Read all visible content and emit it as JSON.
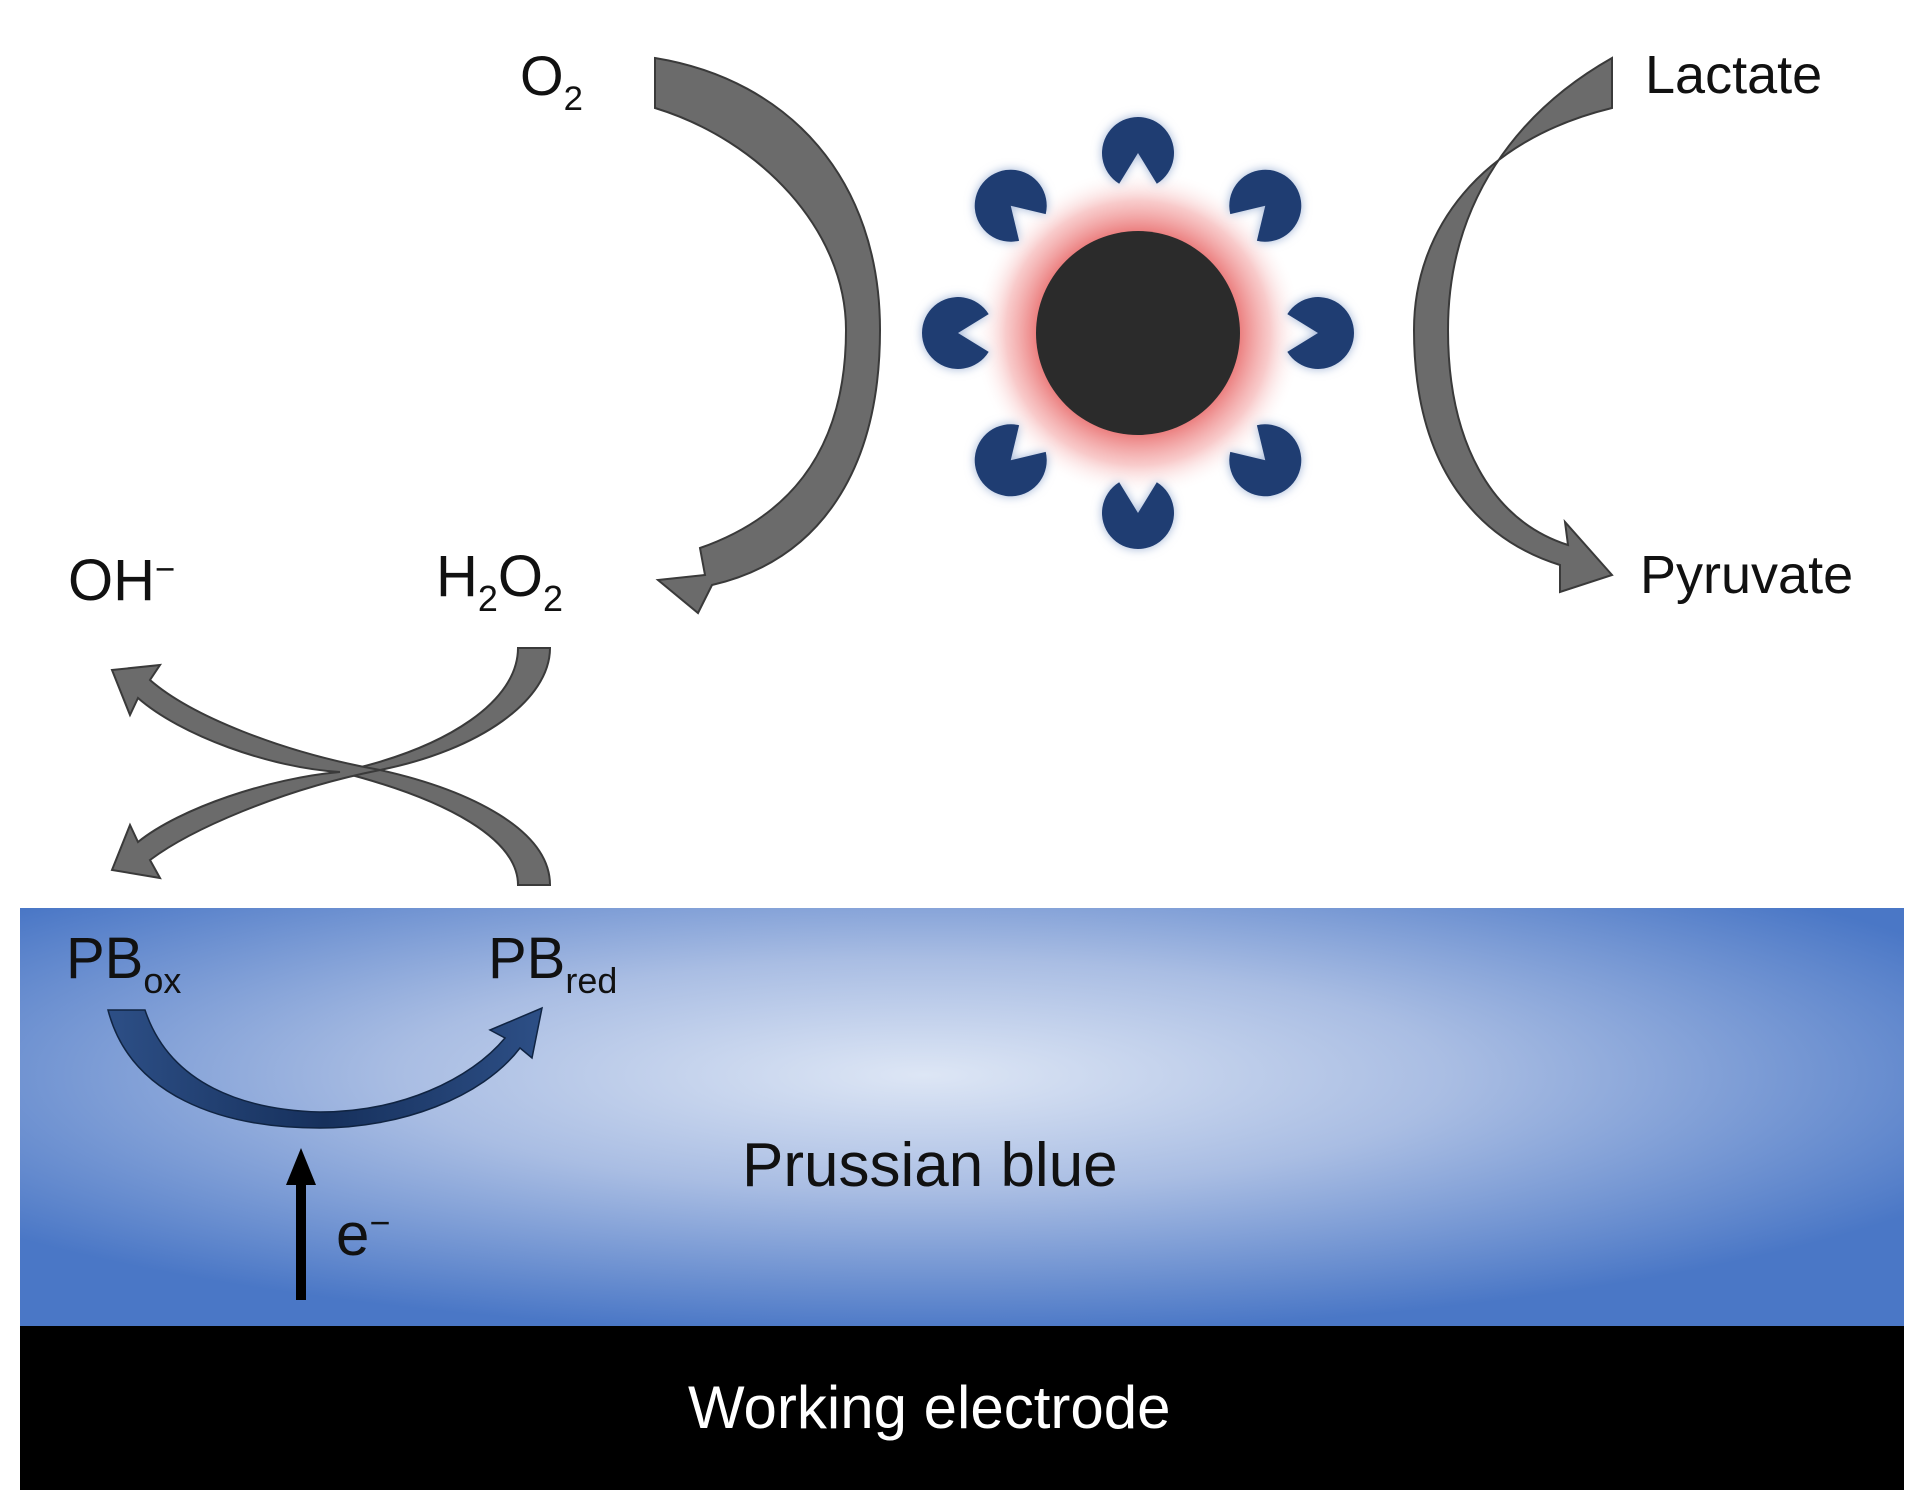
{
  "labels": {
    "o2": {
      "base": "O",
      "sub": "2"
    },
    "lactate": "Lactate",
    "pyruvate": "Pyruvate",
    "oh": {
      "base": "OH",
      "sup": "−"
    },
    "h2o2": {
      "base1": "H",
      "sub1": "2",
      "base2": "O",
      "sub2": "2"
    },
    "pb_ox": {
      "base": "PB",
      "sub": "ox"
    },
    "pb_red": {
      "base": "PB",
      "sub": "red"
    },
    "electron": {
      "base": "e",
      "sup": "−"
    },
    "prussian_blue": "Prussian blue",
    "working_electrode": "Working electrode"
  },
  "colors": {
    "arrow_gray": "#6b6b6b",
    "arrow_dark": "#1f3a66",
    "enzyme_blue": "#1f3d72",
    "core": "#2b2b2b",
    "glow_red": "#e24b4b",
    "pb_edge": "#4f7bc8",
    "pb_center": "#dbe4f4",
    "electrode": "#000000"
  }
}
